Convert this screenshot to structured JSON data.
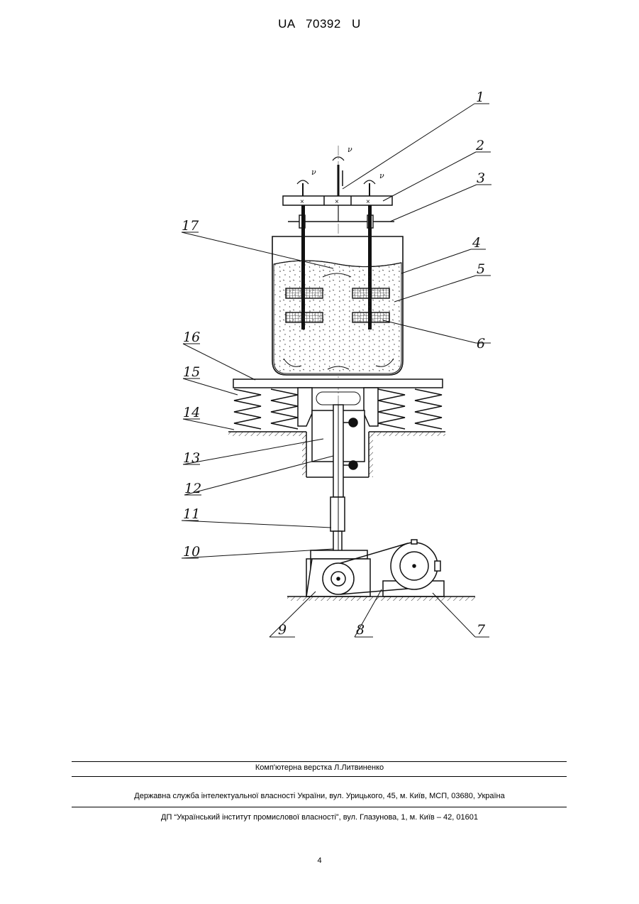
{
  "header": {
    "patent_number": "UA   70392   U"
  },
  "figure": {
    "labels": [
      "1",
      "2",
      "3",
      "4",
      "5",
      "6",
      "7",
      "8",
      "9",
      "10",
      "11",
      "12",
      "13",
      "14",
      "15",
      "16",
      "17"
    ],
    "rotation_symbol": "ν"
  },
  "footer": {
    "composer": "Комп'ютерна верстка Л.Литвиненко",
    "agency": "Державна служба інтелектуальної власності України, вул. Урицького, 45, м. Київ, МСП, 03680, Україна",
    "institute": "ДП “Український інститут промислової власності”, вул. Глазунова, 1, м. Київ – 42, 01601"
  },
  "page_number": "4"
}
